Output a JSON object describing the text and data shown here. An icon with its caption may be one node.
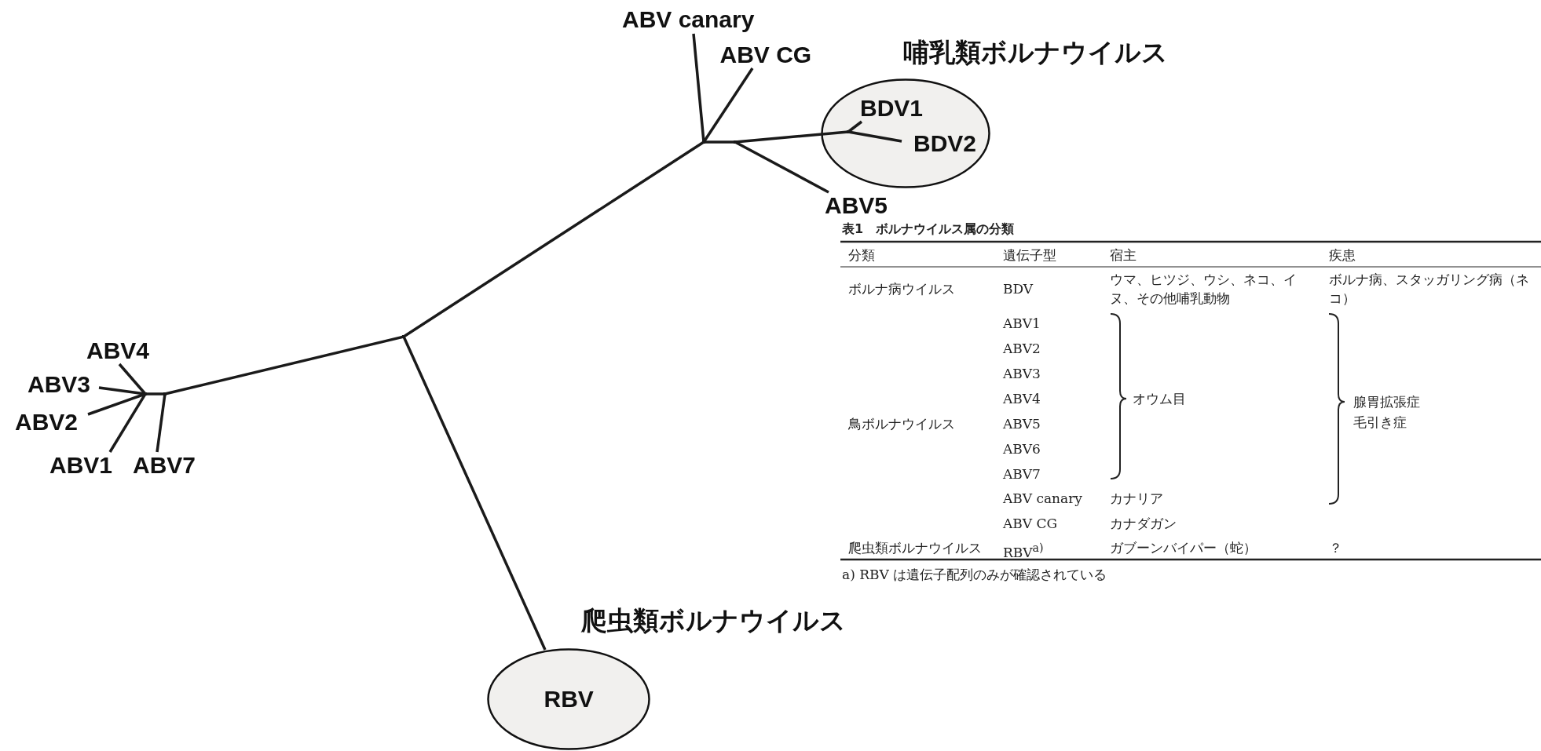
{
  "diagram": {
    "nodes": [
      {
        "text": [
          "ABV canary"
        ]
      },
      {
        "text": [
          "ABV CG"
        ]
      },
      {
        "text": [
          "哺乳類ボルナウイルス"
        ]
      },
      {
        "text": [
          "BDV1"
        ],
        "in": 2
      },
      {
        "text": [
          "BDV2"
        ],
        "in": 2
      },
      {
        "text": [],
        "shape": "point",
        "in": 2
      },
      {
        "text": [
          "ABV5"
        ]
      },
      {
        "text": [],
        "shape": "point"
      },
      {
        "text": [],
        "shape": "point"
      },
      {
        "text": [],
        "shape": "point"
      },
      {
        "text": [
          "ABV4"
        ]
      },
      {
        "text": [
          "ABV3"
        ]
      },
      {
        "text": [
          "ABV2"
        ]
      },
      {
        "text": [
          "ABV1"
        ]
      },
      {
        "text": [
          "ABV7"
        ]
      },
      {
        "text": [],
        "shape": "point"
      },
      {
        "text": [],
        "shape": "point"
      },
      {
        "text": [
          "爬虫類ボルナウイルス",
          "RBV"
        ]
      }
    ],
    "edges": [
      {
        "from": 9,
        "to": 7,
        "arrow": "none"
      },
      {
        "from": 7,
        "to": 0,
        "arrow": "none"
      },
      {
        "from": 7,
        "to": 1,
        "arrow": "none"
      },
      {
        "from": 7,
        "to": 8,
        "arrow": "none"
      },
      {
        "from": 8,
        "to": 5,
        "arrow": "none"
      },
      {
        "from": 5,
        "to": 3,
        "arrow": "none"
      },
      {
        "from": 5,
        "to": 4,
        "arrow": "none"
      },
      {
        "from": 8,
        "to": 6,
        "arrow": "none"
      },
      {
        "from": 9,
        "to": 16,
        "arrow": "none"
      },
      {
        "from": 16,
        "to": 15,
        "arrow": "none"
      },
      {
        "from": 16,
        "to": 14,
        "arrow": "none"
      },
      {
        "from": 15,
        "to": 10,
        "arrow": "none"
      },
      {
        "from": 15,
        "to": 11,
        "arrow": "none"
      },
      {
        "from": 15,
        "to": 12,
        "arrow": "none"
      },
      {
        "from": 15,
        "to": 13,
        "arrow": "none"
      },
      {
        "from": 9,
        "to": 17,
        "arrow": "none"
      }
    ],
    "labels": [
      "表1　ボルナウイルス属の分類",
      "分類",
      "遺伝子型",
      "宿主",
      "疾患",
      "ボルナ病ウイルス",
      "BDV",
      "ウマ、ヒツジ、ウシ、ネコ、イヌ、その他哺乳動物",
      "ボルナ病、スタッガリング病（ネコ）",
      "ABV1",
      "ABV2",
      "ABV3",
      "ABV4",
      "オウム目",
      "腺胃拡張症",
      "鳥ボルナウイルス",
      "ABV5",
      "毛引き症",
      "ABV6",
      "ABV7",
      "ABV canary",
      "カナリア",
      "ABV CG",
      "カナダガン",
      "爬虫類ボルナウイルス",
      "RBV$^{a)}$",
      "ガブーンバイパー（蛇）",
      "？",
      "a) RBV は遺伝子配列のみが確認されている"
    ]
  }
}
